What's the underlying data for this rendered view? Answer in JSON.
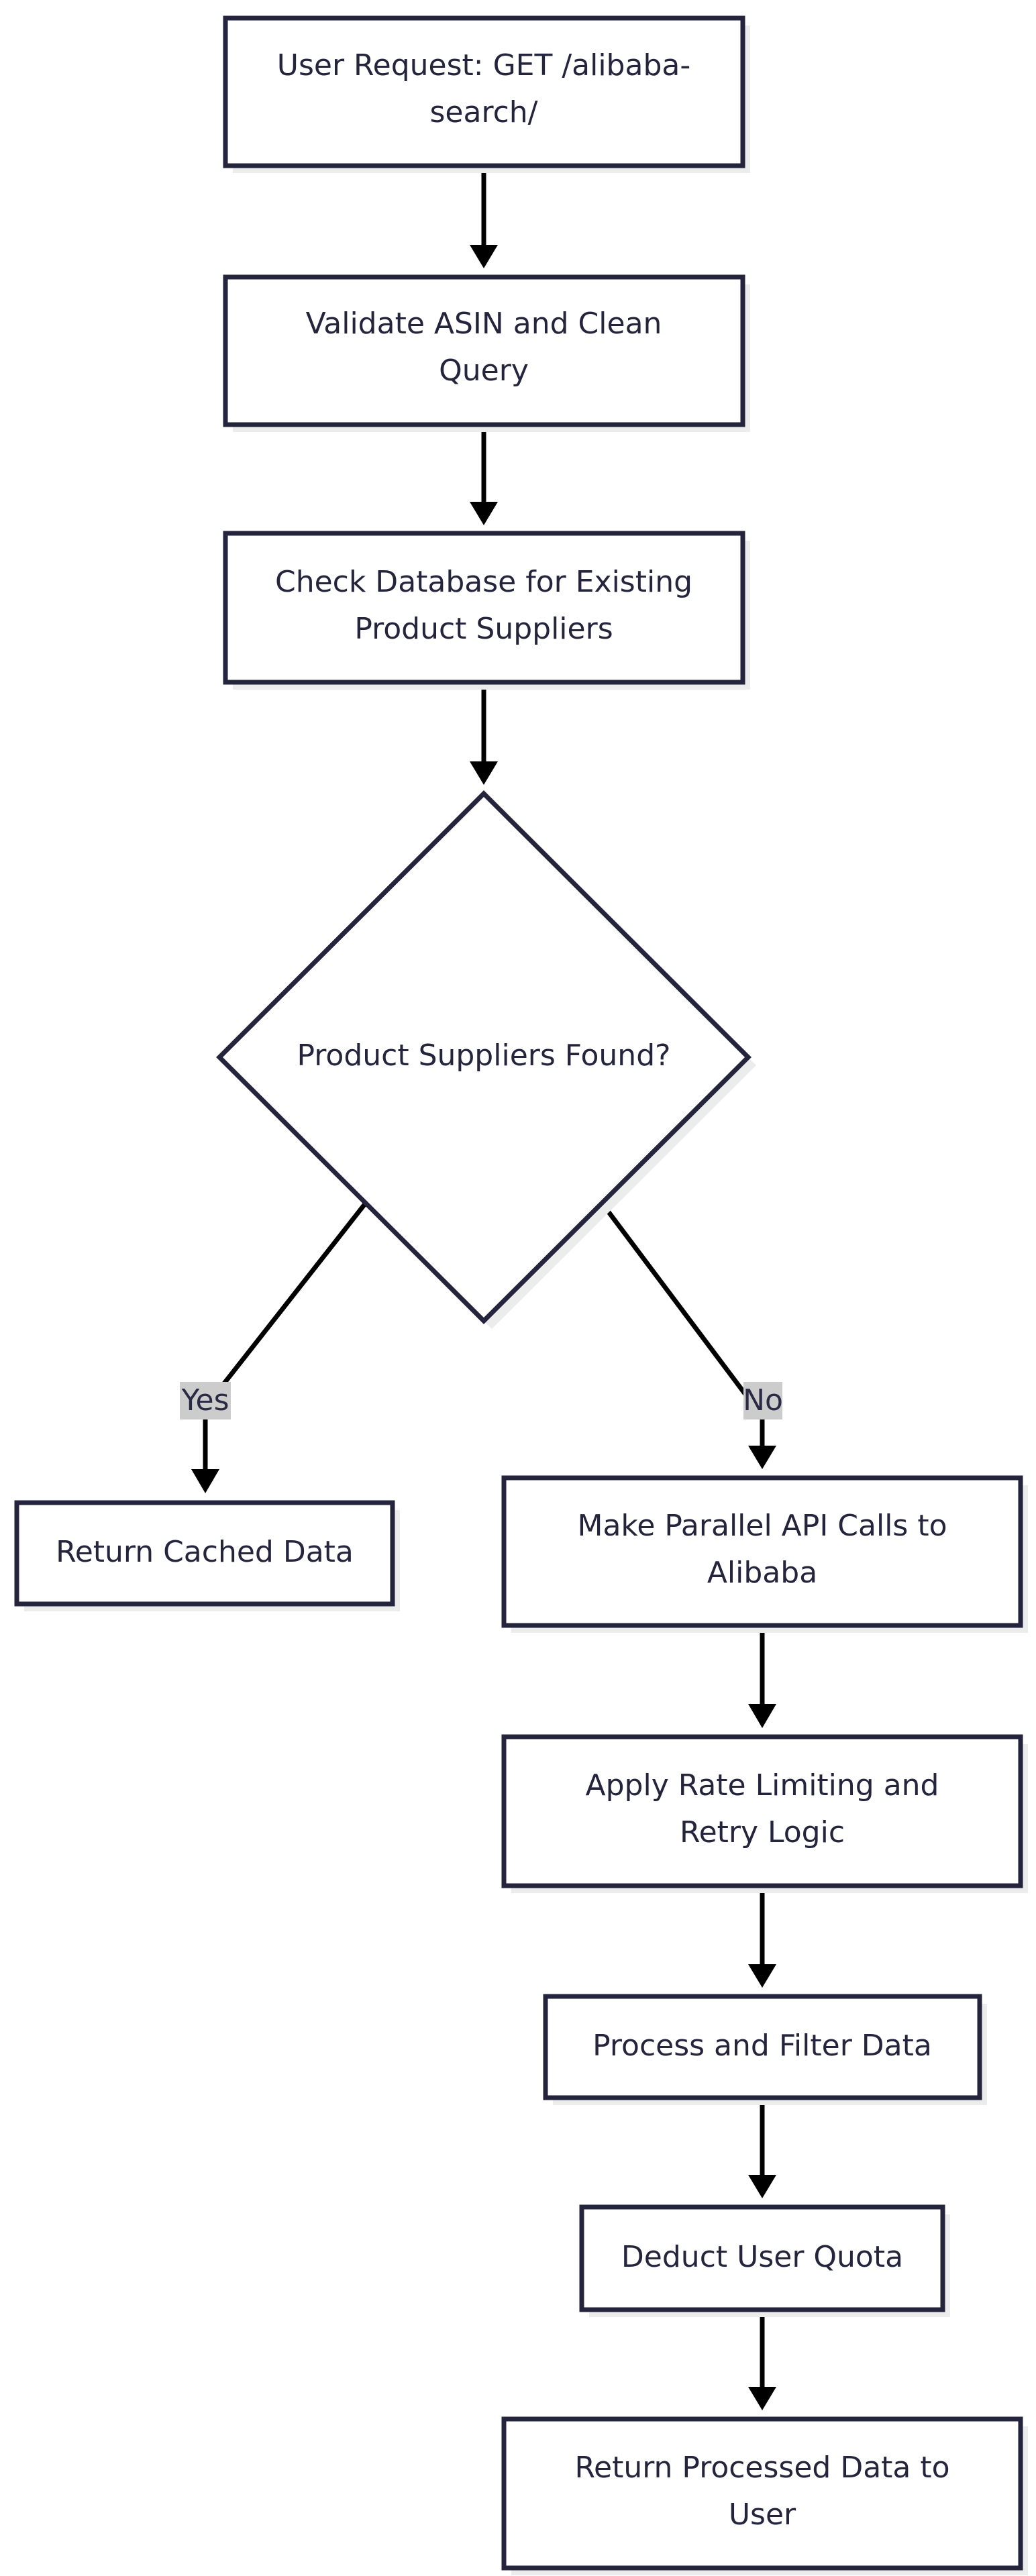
{
  "diagram": {
    "type": "flowchart",
    "nodes": {
      "user_request": {
        "lines": [
          "User Request: GET /alibaba-",
          "search/"
        ]
      },
      "validate": {
        "lines": [
          "Validate ASIN and Clean",
          "Query"
        ]
      },
      "check_db": {
        "lines": [
          "Check Database for Existing",
          "Product Suppliers"
        ]
      },
      "decision": {
        "lines": [
          "Product Suppliers Found?"
        ]
      },
      "return_cached": {
        "lines": [
          "Return Cached Data"
        ]
      },
      "parallel_api": {
        "lines": [
          "Make Parallel API Calls to",
          "Alibaba"
        ]
      },
      "rate_limit": {
        "lines": [
          "Apply Rate Limiting and",
          "Retry Logic"
        ]
      },
      "process": {
        "lines": [
          "Process and Filter Data"
        ]
      },
      "deduct": {
        "lines": [
          "Deduct User Quota"
        ]
      },
      "return_processed": {
        "lines": [
          "Return Processed Data to",
          "User"
        ]
      }
    },
    "edges": [
      {
        "from": "user_request",
        "to": "validate",
        "label": ""
      },
      {
        "from": "validate",
        "to": "check_db",
        "label": ""
      },
      {
        "from": "check_db",
        "to": "decision",
        "label": ""
      },
      {
        "from": "decision",
        "to": "return_cached",
        "label": "Yes"
      },
      {
        "from": "decision",
        "to": "parallel_api",
        "label": "No"
      },
      {
        "from": "parallel_api",
        "to": "rate_limit",
        "label": ""
      },
      {
        "from": "rate_limit",
        "to": "process",
        "label": ""
      },
      {
        "from": "process",
        "to": "deduct",
        "label": ""
      },
      {
        "from": "deduct",
        "to": "return_processed",
        "label": ""
      }
    ],
    "edge_labels": {
      "yes": "Yes",
      "no": "No"
    },
    "colors": {
      "node_stroke": "#24243c",
      "edge": "#000000",
      "label_bg": "#cccccc",
      "text": "#24243c"
    }
  }
}
